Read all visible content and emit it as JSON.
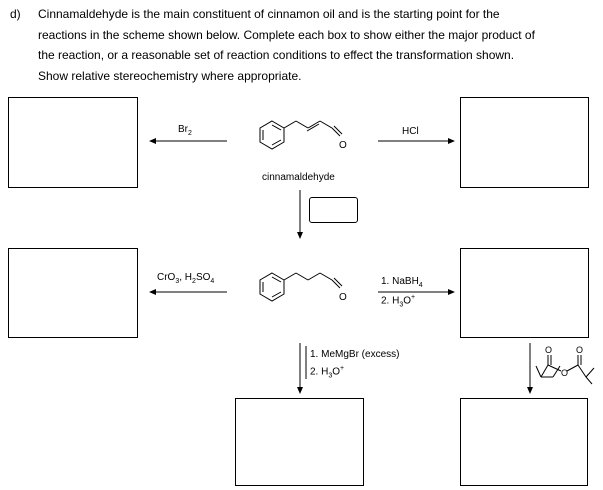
{
  "question": {
    "letter": "d)",
    "lines": [
      "Cinnamaldehyde is the main constituent of cinnamon oil and is the starting point for the",
      "reactions in the scheme shown below. Complete each box to show either the major product of",
      "the reaction, or a reasonable set of reaction conditions to effect the transformation shown.",
      "Show relative stereochemistry where appropriate."
    ]
  },
  "scheme": {
    "top": {
      "left_reagent": "Br",
      "left_reagent_sub": "2",
      "right_reagent": "HCl",
      "molecule_name": "cinnamaldehyde",
      "molecule_o_label": "O"
    },
    "middle": {
      "left_reagent_parts": [
        "CrO",
        "3",
        ", H",
        "2",
        "SO",
        "4"
      ],
      "right_reagent_line1": [
        "1. NaBH",
        "4"
      ],
      "right_reagent_line2": [
        "2. H",
        "3",
        "O",
        "+"
      ],
      "molecule_o_label": "O"
    },
    "bottom": {
      "down_reagent_line1": "1. MeMgBr (excess)",
      "down_reagent_line2": [
        "2. H",
        "3",
        "O",
        "+"
      ],
      "anhydride_o_labels": [
        "O",
        "O",
        "O"
      ]
    }
  }
}
